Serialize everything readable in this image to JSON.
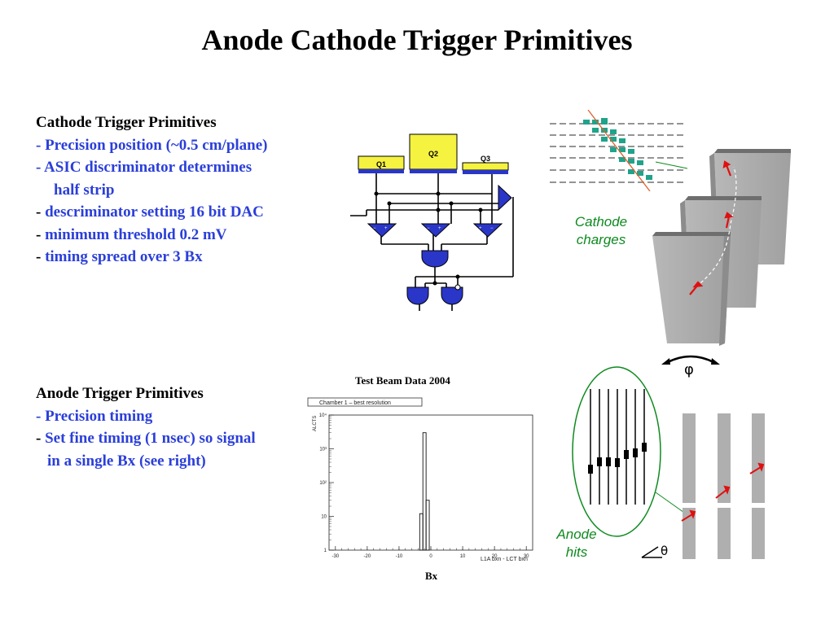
{
  "title": "Anode Cathode Trigger Primitives",
  "cathode_section": {
    "heading": "Cathode Trigger Primitives",
    "lines": [
      {
        "dash": "-",
        "text": " Precision position (~0.5 cm/plane)"
      },
      {
        "dash": "-",
        "text": " ASIC discriminator determines"
      },
      {
        "dash": "",
        "text": "half strip"
      },
      {
        "dash": "-",
        "text": " descriminator setting 16 bit DAC"
      },
      {
        "dash": "-",
        "text": " minimum threshold 0.2 mV"
      },
      {
        "dash": "-",
        "text": " timing spread over 3 Bx"
      }
    ]
  },
  "anode_section": {
    "heading": "Anode Trigger Primitives",
    "lines": [
      {
        "dash": "-",
        "text": " Precision timing"
      },
      {
        "dash": "-",
        "text": " Set fine timing (1 nsec) so signal"
      },
      {
        "dash": "",
        "text": "in a single Bx (see right)"
      }
    ]
  },
  "circuit": {
    "labels": {
      "q1": "Q1",
      "q2": "Q2",
      "q3": "Q3"
    }
  },
  "labels": {
    "cathode_charges_line1": "Cathode",
    "cathode_charges_line2": "charges",
    "anode_hits_line1": "Anode",
    "anode_hits_line2": "hits",
    "phi": "φ",
    "theta": "θ"
  },
  "histogram": {
    "caption": "Test Beam Data 2004",
    "panel_label": "Chamber 1 – best resolution",
    "x_axis_title": "Bx"
  },
  "chart_data": {
    "type": "bar",
    "title": "Test Beam Data 2004",
    "panel_label": "Chamber 1 – best resolution",
    "xlabel": "L1A bxn - LCT bxn",
    "ylabel": "ALCTS",
    "axis_title_below": "Bx",
    "yscale": "log",
    "xlim": [
      -32,
      32
    ],
    "ylim": [
      1,
      10000
    ],
    "x_ticks": [
      "-30",
      "-20",
      "-10",
      "0",
      "10",
      "20",
      "30"
    ],
    "y_ticks": [
      "1",
      "10",
      "10²",
      "10³",
      "10⁴"
    ],
    "bins": [
      {
        "x": -3,
        "value": 12
      },
      {
        "x": -2,
        "value": 3000
      },
      {
        "x": -1,
        "value": 30
      },
      {
        "x": 0,
        "value": 1
      }
    ]
  }
}
